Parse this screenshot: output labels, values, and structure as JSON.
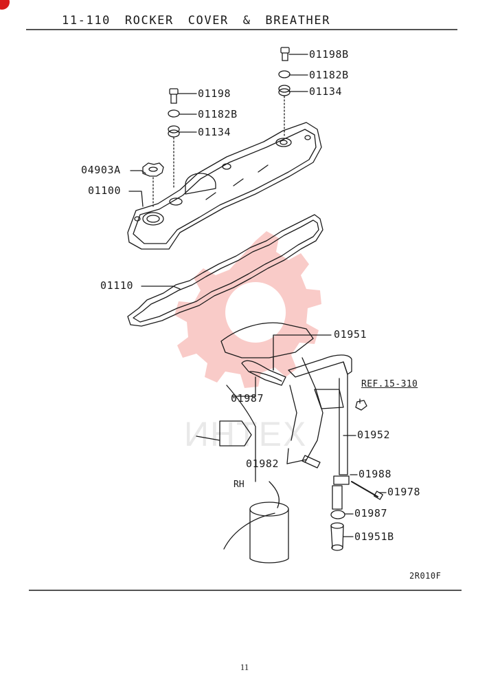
{
  "header": {
    "title": "11-110 ROCKER COVER & BREATHER"
  },
  "callouts": {
    "p_01198b": "01198B",
    "p_01182b_top": "01182B",
    "p_01134_top": "01134",
    "p_01198": "01198",
    "p_01182b": "01182B",
    "p_01134": "01134",
    "p_04903a": "04903A",
    "p_01100": "01100",
    "p_01110": "01110",
    "p_01951": "01951",
    "p_ref": "REF.15-310",
    "p_01987_upper": "01987",
    "p_01952": "01952",
    "p_01982": "01982",
    "p_01988": "01988",
    "p_01978": "01978",
    "p_01987_lower": "01987",
    "p_01951b": "01951B",
    "rh": "RH"
  },
  "footer": {
    "drawing_code": "2R010F",
    "page_number": "11"
  },
  "watermark": {
    "text": "ИНТЕХ",
    "color": "#e8443a"
  },
  "colors": {
    "ink": "#1a1a1a",
    "badge": "#d81c1c"
  }
}
